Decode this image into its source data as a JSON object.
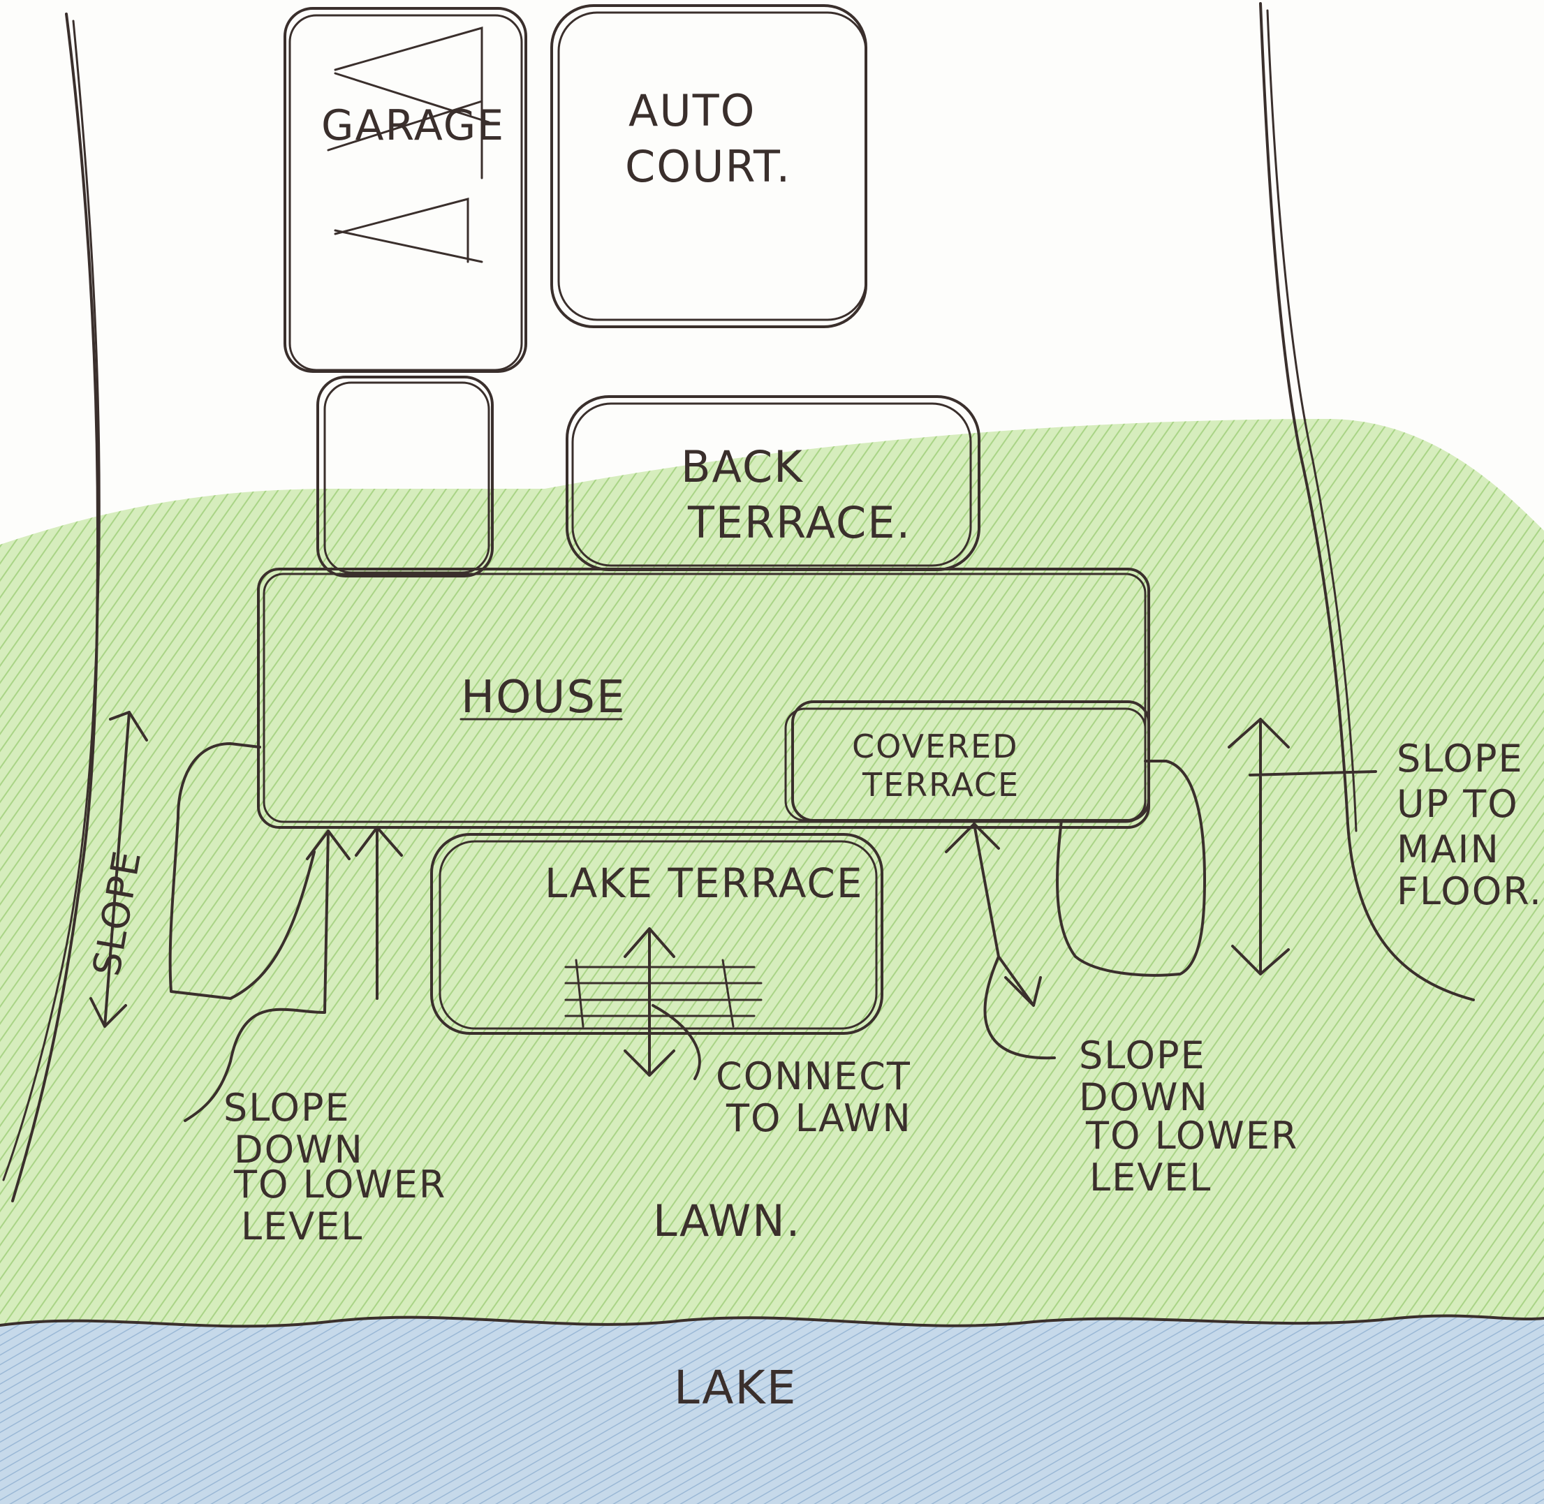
{
  "labels": {
    "garage": "GARAGE",
    "auto_court_line1": "AUTO",
    "auto_court_line2": "COURT.",
    "back_terrace_line1": "BACK",
    "back_terrace_line2": "TERRACE.",
    "house": "HOUSE",
    "covered_terrace_line1": "COVERED",
    "covered_terrace_line2": "TERRACE",
    "lake_terrace": "LAKE TERRACE",
    "slope_side": "SLOPE",
    "slope_up_line1": "SLOPE",
    "slope_up_line2": "UP TO",
    "slope_up_line3": "MAIN",
    "slope_up_line4": "FLOOR.",
    "slope_down_left_line1": "SLOPE",
    "slope_down_left_line2": "DOWN",
    "slope_down_left_line3": "TO LOWER",
    "slope_down_left_line4": "LEVEL",
    "connect_line1": "CONNECT",
    "connect_line2": "TO LAWN",
    "slope_down_right_line1": "SLOPE",
    "slope_down_right_line2": "DOWN",
    "slope_down_right_line3": "TO LOWER",
    "slope_down_right_line4": "LEVEL",
    "lawn": "LAWN.",
    "lake": "LAKE"
  },
  "colors": {
    "ink": "#3a2f2c",
    "lawn_green": "#cfe8b0",
    "building_yellow": "#f1f2cf",
    "terrace_gray": "#a7a49f",
    "lake_blue": "#bcd2e6",
    "paper": "#fdfdfb"
  }
}
